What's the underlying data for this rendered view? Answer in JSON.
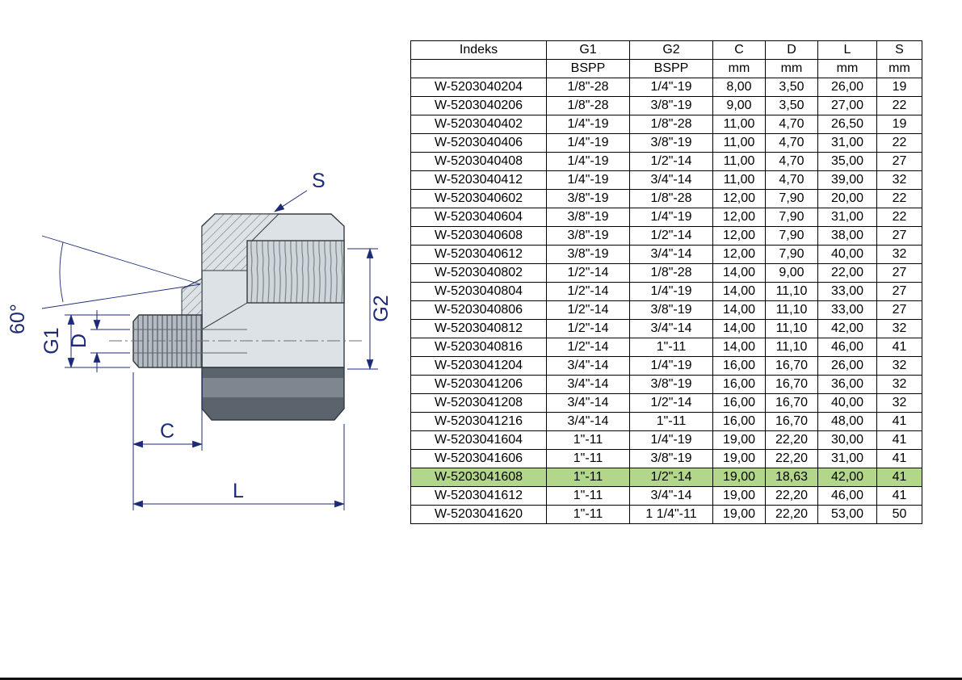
{
  "page": {
    "background": "#ffffff"
  },
  "diagram": {
    "dimension_color": "#1c2a78",
    "labels": {
      "s": "S",
      "angle": "60°",
      "g1": "G1",
      "d": "D",
      "g2": "G2",
      "c": "C",
      "l": "L"
    }
  },
  "table": {
    "headers": [
      "Indeks",
      "G1",
      "G2",
      "C",
      "D",
      "L",
      "S"
    ],
    "subheaders": [
      "",
      "BSPP",
      "BSPP",
      "mm",
      "mm",
      "mm",
      "mm"
    ],
    "highlight_color": "#b2d78a",
    "highlighted_row": "W-5203041608",
    "rows": [
      [
        "W-5203040204",
        "1/8\"-28",
        "1/4\"-19",
        "8,00",
        "3,50",
        "26,00",
        "19"
      ],
      [
        "W-5203040206",
        "1/8\"-28",
        "3/8\"-19",
        "9,00",
        "3,50",
        "27,00",
        "22"
      ],
      [
        "W-5203040402",
        "1/4\"-19",
        "1/8\"-28",
        "11,00",
        "4,70",
        "26,50",
        "19"
      ],
      [
        "W-5203040406",
        "1/4\"-19",
        "3/8\"-19",
        "11,00",
        "4,70",
        "31,00",
        "22"
      ],
      [
        "W-5203040408",
        "1/4\"-19",
        "1/2\"-14",
        "11,00",
        "4,70",
        "35,00",
        "27"
      ],
      [
        "W-5203040412",
        "1/4\"-19",
        "3/4\"-14",
        "11,00",
        "4,70",
        "39,00",
        "32"
      ],
      [
        "W-5203040602",
        "3/8\"-19",
        "1/8\"-28",
        "12,00",
        "7,90",
        "20,00",
        "22"
      ],
      [
        "W-5203040604",
        "3/8\"-19",
        "1/4\"-19",
        "12,00",
        "7,90",
        "31,00",
        "22"
      ],
      [
        "W-5203040608",
        "3/8\"-19",
        "1/2\"-14",
        "12,00",
        "7,90",
        "38,00",
        "27"
      ],
      [
        "W-5203040612",
        "3/8\"-19",
        "3/4\"-14",
        "12,00",
        "7,90",
        "40,00",
        "32"
      ],
      [
        "W-5203040802",
        "1/2\"-14",
        "1/8\"-28",
        "14,00",
        "9,00",
        "22,00",
        "27"
      ],
      [
        "W-5203040804",
        "1/2\"-14",
        "1/4\"-19",
        "14,00",
        "11,10",
        "33,00",
        "27"
      ],
      [
        "W-5203040806",
        "1/2\"-14",
        "3/8\"-19",
        "14,00",
        "11,10",
        "33,00",
        "27"
      ],
      [
        "W-5203040812",
        "1/2\"-14",
        "3/4\"-14",
        "14,00",
        "11,10",
        "42,00",
        "32"
      ],
      [
        "W-5203040816",
        "1/2\"-14",
        "1\"-11",
        "14,00",
        "11,10",
        "46,00",
        "41"
      ],
      [
        "W-5203041204",
        "3/4\"-14",
        "1/4\"-19",
        "16,00",
        "16,70",
        "26,00",
        "32"
      ],
      [
        "W-5203041206",
        "3/4\"-14",
        "3/8\"-19",
        "16,00",
        "16,70",
        "36,00",
        "32"
      ],
      [
        "W-5203041208",
        "3/4\"-14",
        "1/2\"-14",
        "16,00",
        "16,70",
        "40,00",
        "32"
      ],
      [
        "W-5203041216",
        "3/4\"-14",
        "1\"-11",
        "16,00",
        "16,70",
        "48,00",
        "41"
      ],
      [
        "W-5203041604",
        "1\"-11",
        "1/4\"-19",
        "19,00",
        "22,20",
        "30,00",
        "41"
      ],
      [
        "W-5203041606",
        "1\"-11",
        "3/8\"-19",
        "19,00",
        "22,20",
        "31,00",
        "41"
      ],
      [
        "W-5203041608",
        "1\"-11",
        "1/2\"-14",
        "19,00",
        "18,63",
        "42,00",
        "41"
      ],
      [
        "W-5203041612",
        "1\"-11",
        "3/4\"-14",
        "19,00",
        "22,20",
        "46,00",
        "41"
      ],
      [
        "W-5203041620",
        "1\"-11",
        "1 1/4\"-11",
        "19,00",
        "22,20",
        "53,00",
        "50"
      ]
    ]
  }
}
